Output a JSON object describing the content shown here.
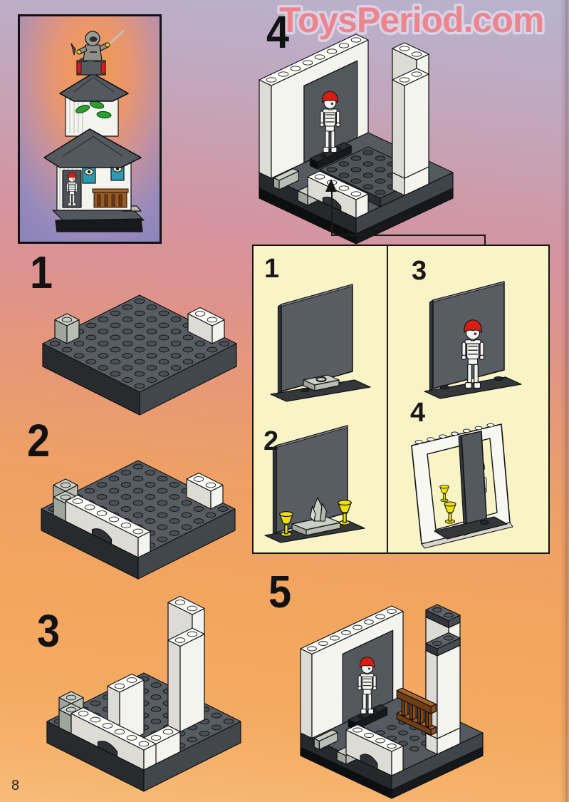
{
  "watermark": {
    "text": "ToysPeriod.com",
    "color": "#f0848c"
  },
  "page_number": "8",
  "steps": {
    "s1": "1",
    "s2": "2",
    "s3": "3",
    "s4": "4",
    "s5": "5"
  },
  "substeps": {
    "s1": "1",
    "s2": "2",
    "s3": "3",
    "s4": "4"
  },
  "colors": {
    "background_top": "#b8b3ce",
    "background_middle": "#dd9290",
    "background_bottom": "#f7bd7a",
    "panel_background": "#f8f4c6",
    "line_black": "#141414",
    "brick_white": "#fbfbf7",
    "brick_light_gray": "#cbcfc5",
    "brick_dark_gray": "#575d63",
    "skeleton_cap_red": "#d91d10",
    "goblet_yellow": "#efe002",
    "fence_brown": "#a86426",
    "flag_teal": "#2b9ab0",
    "trim_red": "#cf2015"
  },
  "illustrations": {
    "inset": "completed ninja tower model",
    "s1": "8x8 dark gray plate with white and light gray corner bricks",
    "s2": "plate with white arch wall added",
    "s3": "plate with tall white columns",
    "s4": "white walls with skeleton in dark doorway on dark base",
    "s5": "walls with skeleton and brown railing",
    "sub1": "dark door panel with light gray plate on black plate",
    "sub2": "door panel with two yellow goblets and gray crystal",
    "sub3": "door panel with skeleton minifigure",
    "sub4": "white frame with hinged dark door, skeleton and goblets"
  }
}
